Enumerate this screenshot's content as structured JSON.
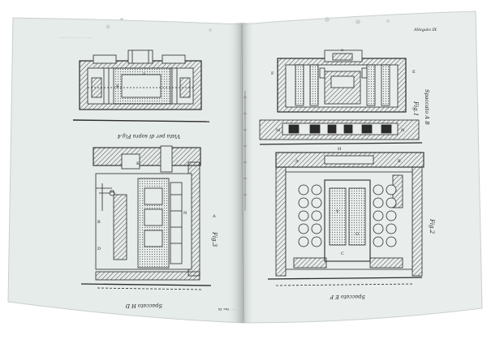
{
  "left_page": {
    "header_left": "· · · · · · · · · · · · · · · · ·",
    "fig4_caption": "Vista per di sopra Fig.4",
    "fig3_label": "Fig.3",
    "fig3_caption": "Spaccato H D",
    "fig3_letters": {
      "A": "A",
      "B": "B",
      "D": "D",
      "H": "H",
      "N": "N",
      "K": "K"
    },
    "fig4_letters": {
      "a": "a",
      "B": "B"
    },
    "footer": "· · · Tav. IX"
  },
  "right_page": {
    "header_right": "Allegato IX",
    "fig1_label": "Fig.1",
    "fig1_caption": "Spaccato A B",
    "fig2_label": "Fig.2",
    "fig2_caption": "Spaccato E F",
    "fig1_letters": {
      "E": "E",
      "F": "F",
      "H": "H",
      "M": "M",
      "N": "N",
      "a": "a"
    },
    "fig2_letters": {
      "A": "A",
      "B": "B",
      "C": "C",
      "V": "V",
      "O": "O"
    }
  },
  "colors": {
    "paper_left": "#e6ecea",
    "paper_right": "#e9eeec",
    "ink": "#2a2a2a",
    "shade": "#bfc5c3"
  }
}
